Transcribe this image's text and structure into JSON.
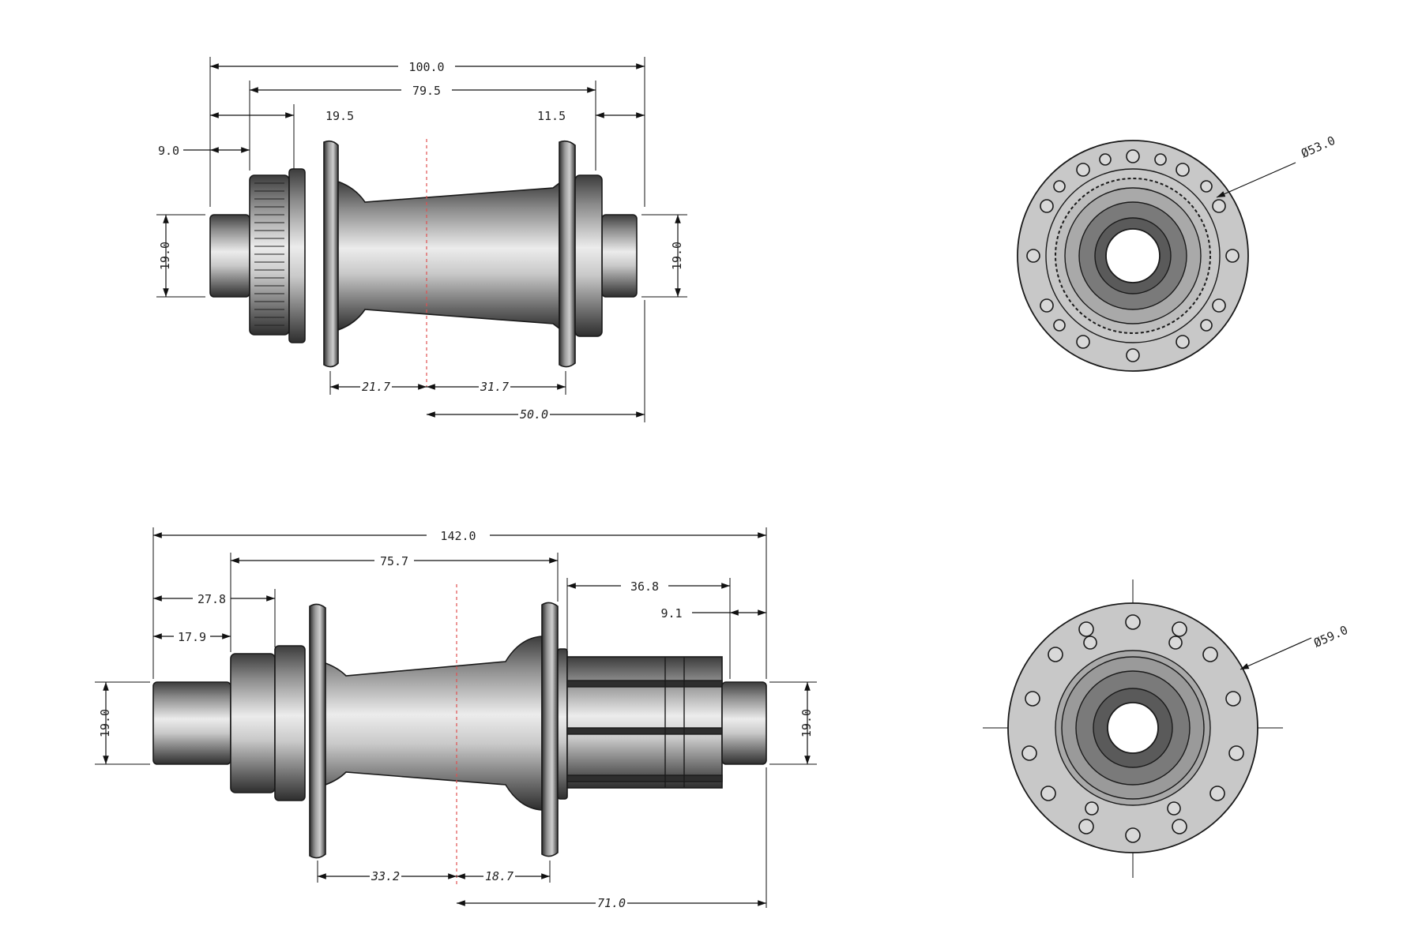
{
  "front_hub": {
    "dims": {
      "overall_width": "100.0",
      "flange_spacing": "79.5",
      "left_offset": "19.5",
      "right_offset": "11.5",
      "rotor_offset": "9.0",
      "end_cap_left": "19.0",
      "end_cap_right": "19.0",
      "center_to_left_flange": "21.7",
      "center_to_right_flange": "31.7",
      "half_width": "50.0"
    },
    "end_view": {
      "flange_diameter": "Ø53.0"
    }
  },
  "rear_hub": {
    "dims": {
      "overall_width": "142.0",
      "flange_spacing": "75.7",
      "freehub_width": "36.8",
      "left_offset_outer": "27.8",
      "left_offset_inner": "17.9",
      "right_end_offset": "9.1",
      "end_cap_left": "19.0",
      "end_cap_right": "19.0",
      "center_to_left_flange": "33.2",
      "center_to_right_flange": "18.7",
      "half_width": "71.0"
    },
    "end_view": {
      "flange_diameter": "Ø59.0"
    }
  },
  "colors": {
    "line": "#111111",
    "centerline": "#e05050",
    "body_dark": "#555555",
    "body_light": "#e6e6e6"
  }
}
